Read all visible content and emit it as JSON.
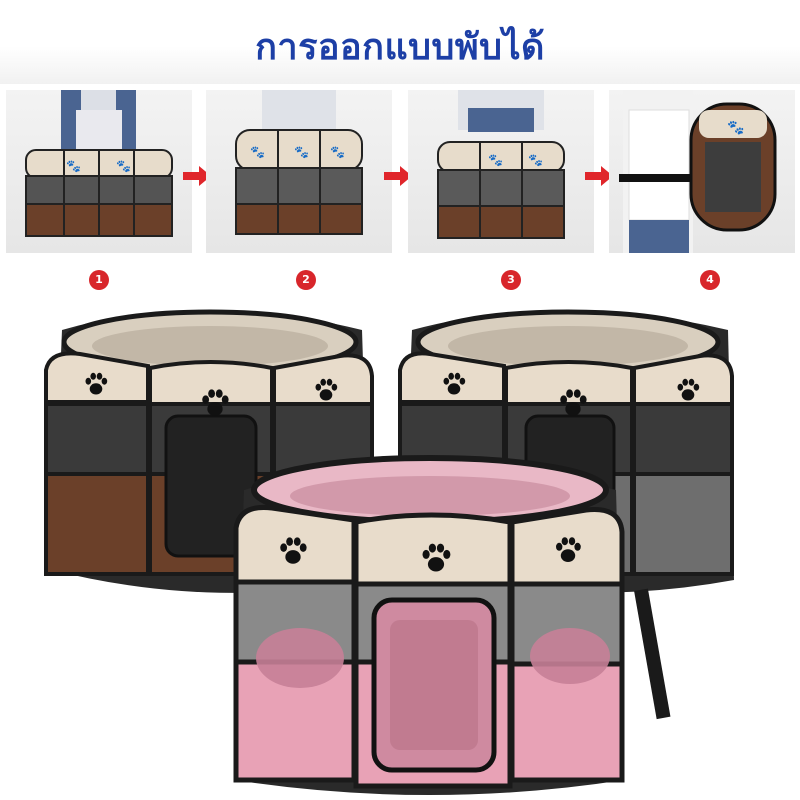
{
  "title": "การออกแบบพับได้",
  "steps": [
    {
      "number": "1"
    },
    {
      "number": "2"
    },
    {
      "number": "3"
    },
    {
      "number": "4"
    }
  ],
  "colors": {
    "title": "#1d3fa6",
    "badge": "#d8262b",
    "arrow": "#e0262b",
    "beige": "#e8dccb",
    "brown": "#6b4029",
    "grey": "#6e6e6e",
    "pink": "#e8a2b6",
    "frame": "#1a1a1a"
  },
  "products": [
    {
      "color_name": "brown"
    },
    {
      "color_name": "grey"
    },
    {
      "color_name": "pink"
    }
  ],
  "icons": [
    "paw-print-icon",
    "arrow-right-icon"
  ]
}
